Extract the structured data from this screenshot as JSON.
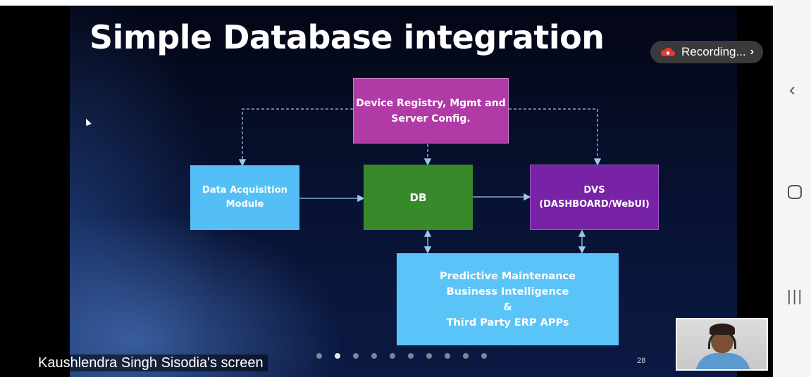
{
  "slide": {
    "title": "Simple Database integration",
    "boxes": {
      "registry": "Device Registry, Mgmt and\nServer Config.",
      "acquisition": "Data Acquisition\nModule",
      "db": "DB",
      "dvs": "DVS\n(DASHBOARD/WebUI)",
      "predictive": "Predictive Maintenance\nBusiness Intelligence\n&\nThird Party ERP APPs"
    },
    "page_number": "28",
    "pagination": {
      "total": 10,
      "active_index": 1
    }
  },
  "presenter_label": "Kaushlendra Singh Sisodia's screen",
  "recording": {
    "label": "Recording...",
    "chevron": "›",
    "icon": "cloud-icon",
    "icon_color": "#e53935"
  },
  "camera": {
    "icon": "participant-video-thumbnail"
  },
  "nav_bar": {
    "back": "‹",
    "recents": "|||"
  }
}
